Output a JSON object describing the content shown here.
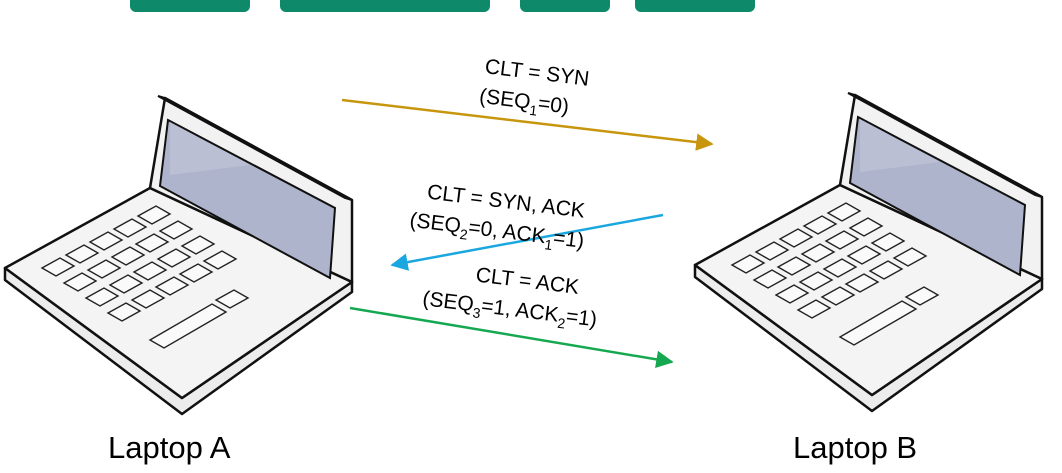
{
  "colors": {
    "syn_arrow": "#c8960e",
    "synack_arrow": "#1aa7e0",
    "ack_arrow": "#15a850",
    "header_teal": "#0e8a6a",
    "screen": "#aeb4cc"
  },
  "devices": {
    "left": {
      "label": "Laptop A",
      "icon": "laptop-icon"
    },
    "right": {
      "label": "Laptop B",
      "icon": "laptop-icon"
    }
  },
  "messages": [
    {
      "line1": "CLT = SYN",
      "line2": {
        "open": "(SEQ",
        "sub1": "1",
        "mid": "=0)",
        "sub2": "",
        "close": ""
      }
    },
    {
      "line1": "CLT = SYN, ACK",
      "line2": {
        "open": "(SEQ",
        "sub1": "2",
        "mid": "=0, ACK",
        "sub2": "1",
        "close": "=1)"
      }
    },
    {
      "line1": "CLT = ACK",
      "line2": {
        "open": "(SEQ",
        "sub1": "3",
        "mid": "=1, ACK",
        "sub2": "2",
        "close": "=1)"
      }
    }
  ]
}
